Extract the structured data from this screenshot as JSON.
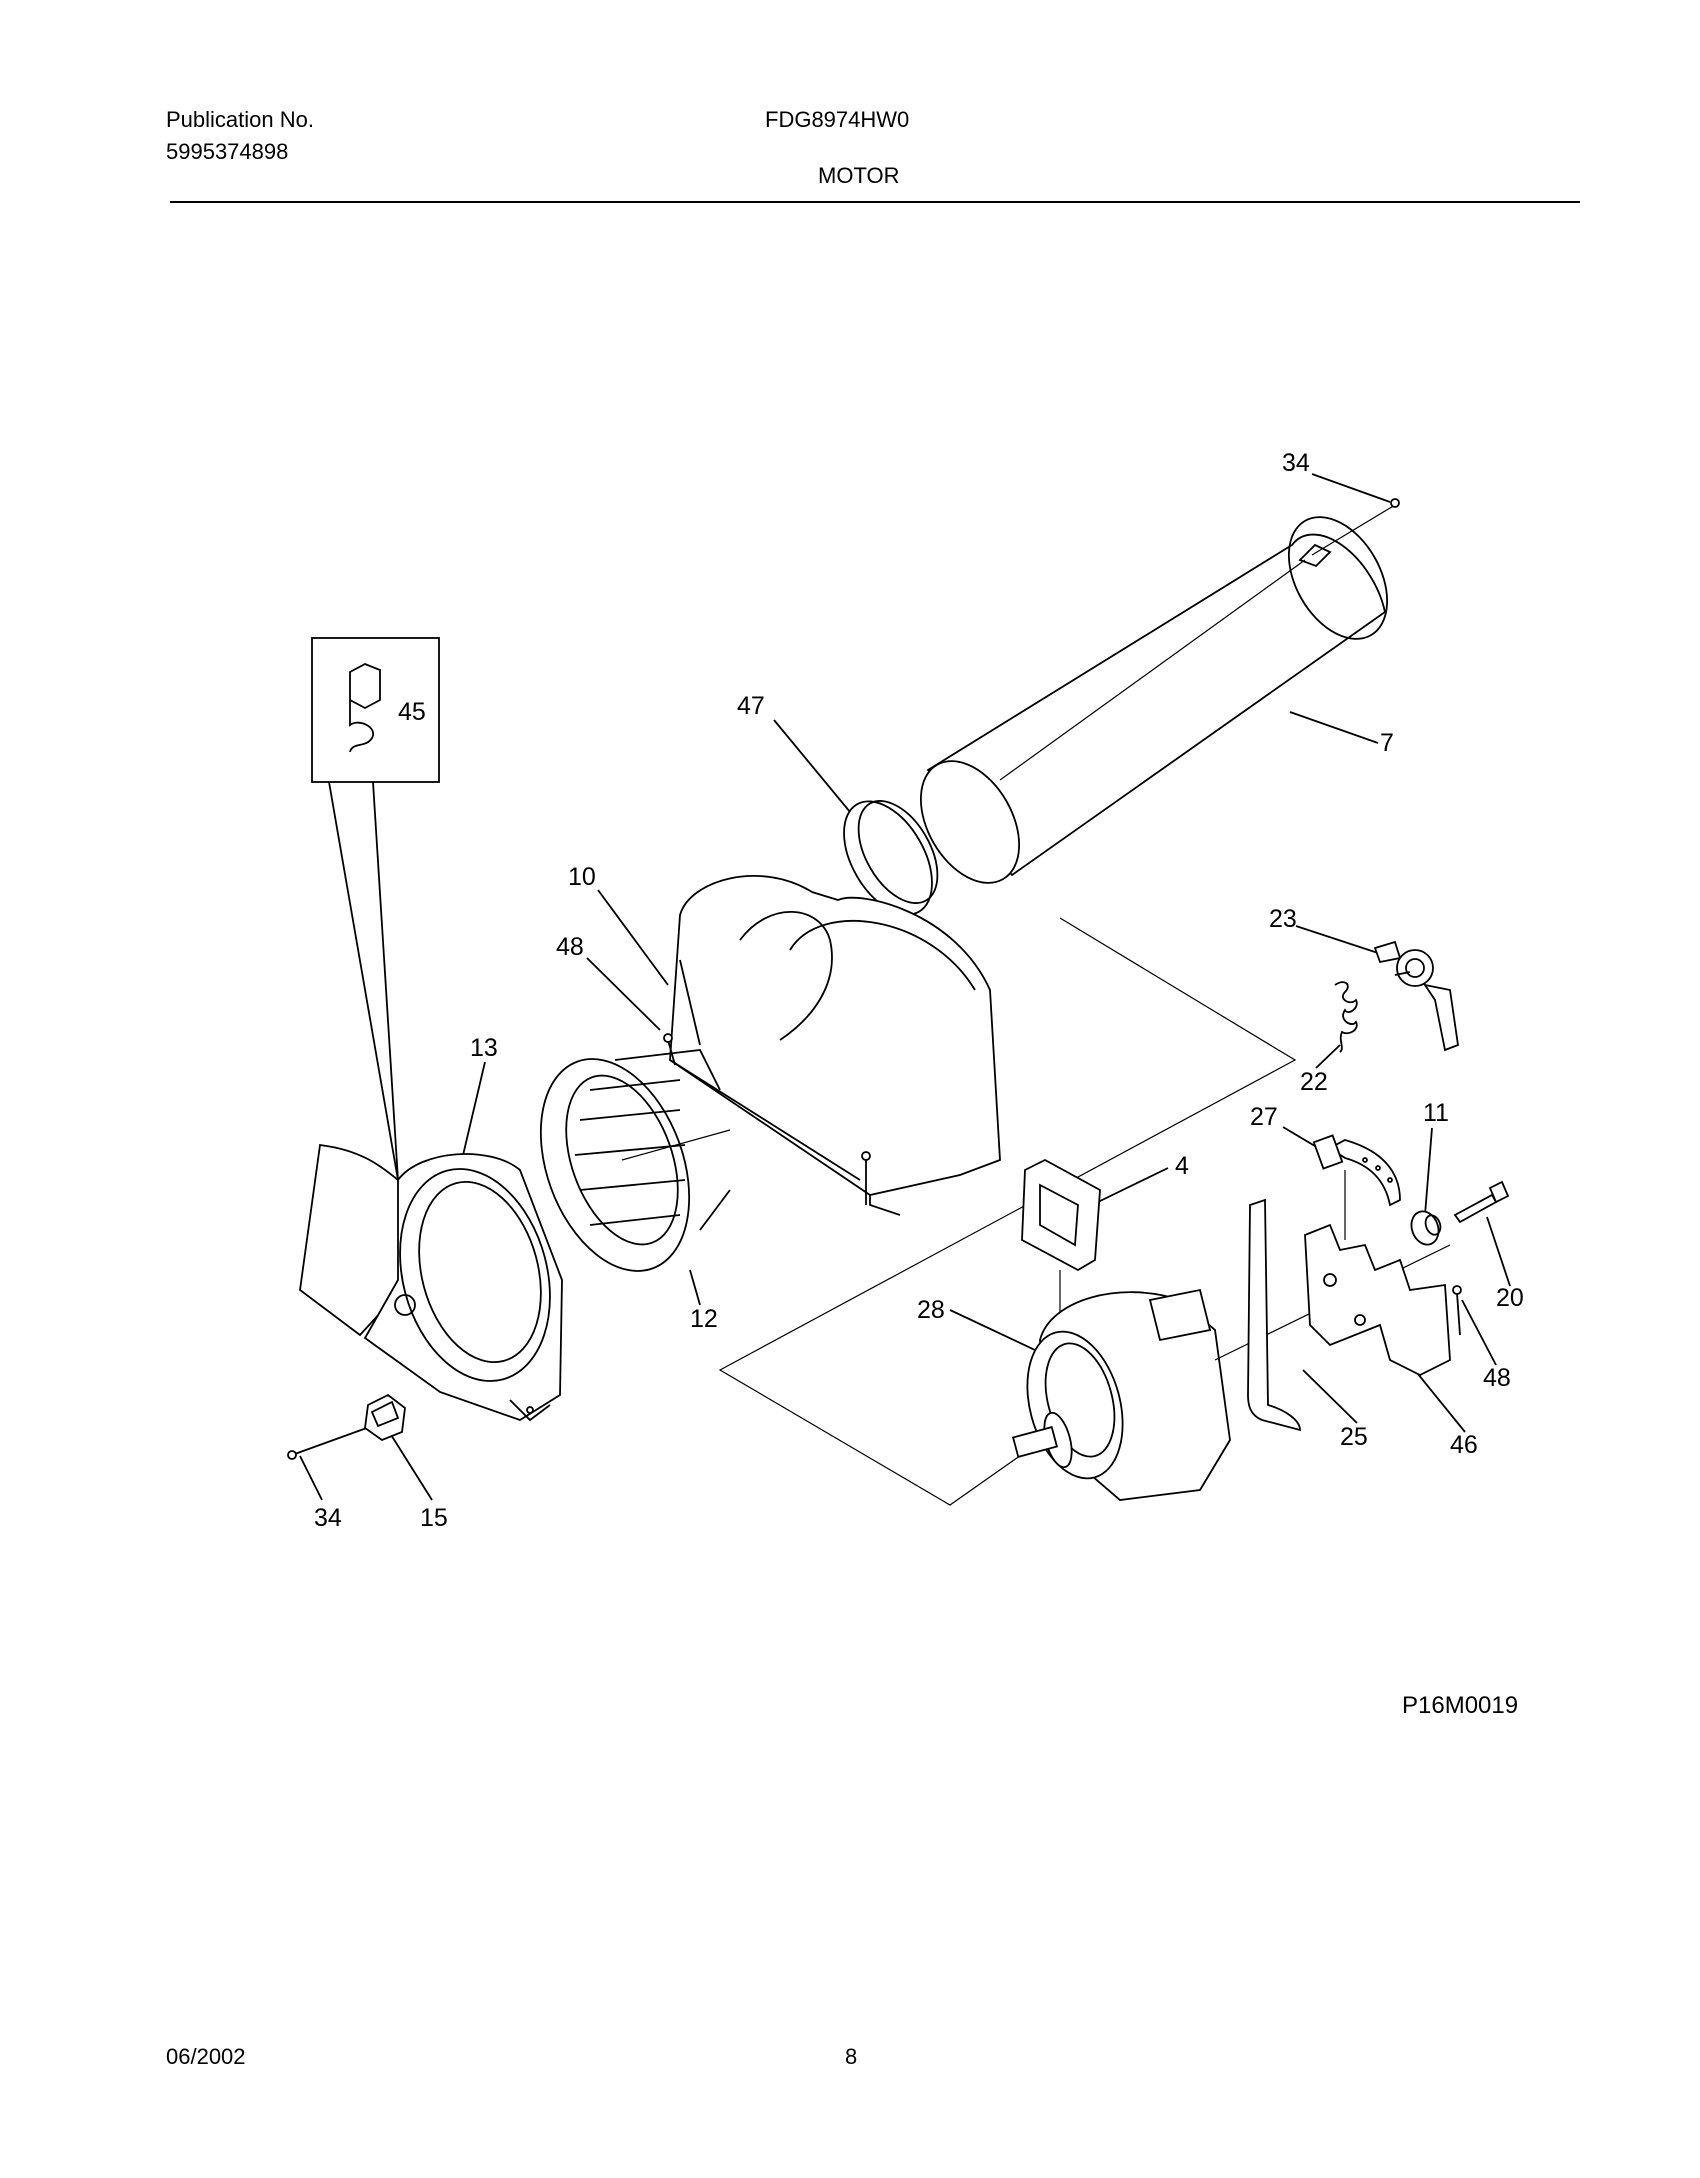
{
  "header": {
    "publication_label": "Publication No.",
    "publication_number": "5995374898",
    "model": "FDG8974HW0",
    "section": "MOTOR"
  },
  "diagram": {
    "code": "P16M0019",
    "callouts": [
      "34",
      "45",
      "47",
      "7",
      "10",
      "48",
      "23",
      "22",
      "13",
      "48",
      "27",
      "11",
      "4",
      "20",
      "12",
      "28",
      "48",
      "25",
      "46",
      "34",
      "15"
    ]
  },
  "footer": {
    "date": "06/2002",
    "page": "8"
  }
}
